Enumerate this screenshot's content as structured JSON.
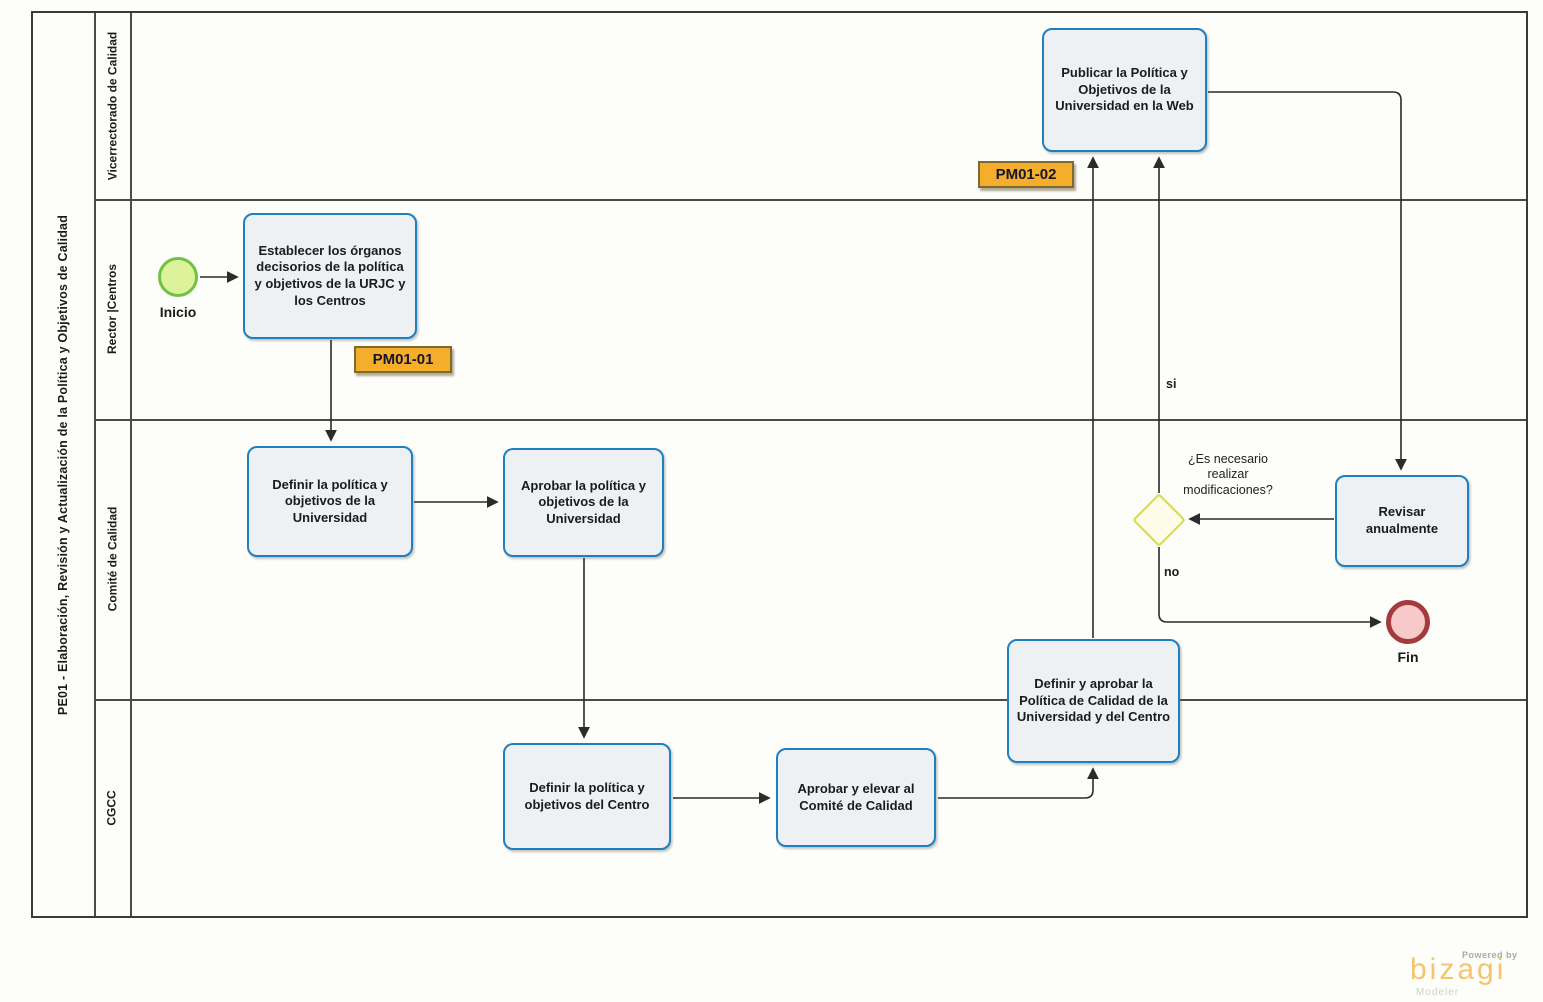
{
  "process": {
    "title": "PE01 - Elaboración, Revisión y Actualización de la Política y Objetivos de Calidad",
    "lanes": [
      {
        "label": "Vicerrectorado de Calidad"
      },
      {
        "label": "Rector |Centros"
      },
      {
        "label": "Comité de Calidad"
      },
      {
        "label": "CGCC"
      }
    ],
    "start_event": {
      "label": "Inicio"
    },
    "end_event": {
      "label": "Fin"
    },
    "tasks": {
      "establecer": "Establecer los órganos decisorios de la política y objetivos de la URJC y los Centros",
      "definir_universidad": "Definir la política y objetivos de la Universidad",
      "aprobar_universidad": "Aprobar la política y objetivos de la Universidad",
      "definir_centro": "Definir la política y objetivos del Centro",
      "aprobar_elevar": "Aprobar y elevar al Comité de Calidad",
      "definir_aprobar_politica": "Definir y aprobar la Política de Calidad de la Universidad y del Centro",
      "publicar_web": "Publicar la Política y Objetivos de la Universidad en la Web",
      "revisar": "Revisar anualmente"
    },
    "badges": {
      "pm01_01": "PM01-01",
      "pm01_02": "PM01-02"
    },
    "gateway": {
      "question": "¿Es necesario realizar modificaciones?",
      "label_yes": "si",
      "label_no": "no"
    },
    "colors": {
      "task_border": "#1f7fbf",
      "task_fill": "#eef1f3",
      "start_fill": "#ddf39b",
      "start_border": "#72c044",
      "end_fill": "#f7c9c8",
      "end_border": "#a43a3e",
      "gateway_fill": "#fcfce8",
      "gateway_border": "#d5dc4a",
      "badge_fill": "#f4ae2b",
      "connector": "#2b2b2b"
    },
    "footer": {
      "powered_by": "Powered by",
      "brand": "bizagi",
      "product": "Modeler"
    }
  }
}
